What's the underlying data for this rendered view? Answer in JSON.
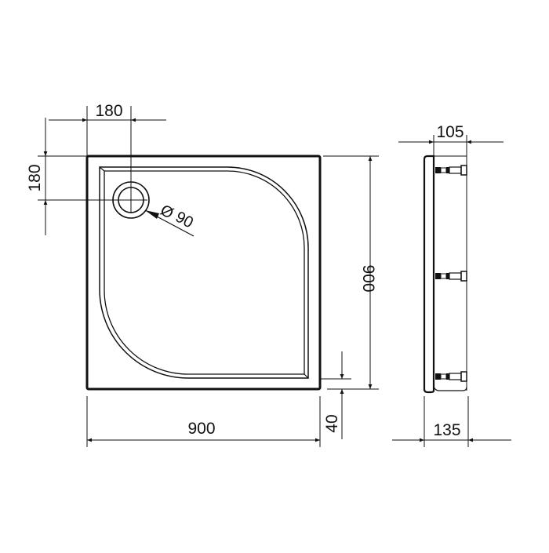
{
  "diagram": {
    "type": "technical-drawing",
    "subject": "square shower tray with quarter-round basin",
    "colors": {
      "line": "#111111",
      "background": "#ffffff"
    },
    "plan_view": {
      "width_label": "900",
      "depth_label": "900",
      "drain_offset_x_label": "180",
      "drain_offset_y_label": "180",
      "drain_diameter_symbol": "Ø",
      "drain_diameter_label": "90",
      "rim_height_label": "40"
    },
    "side_view": {
      "plate_width_label": "105",
      "total_width_label": "135",
      "leg_count": 3
    }
  }
}
